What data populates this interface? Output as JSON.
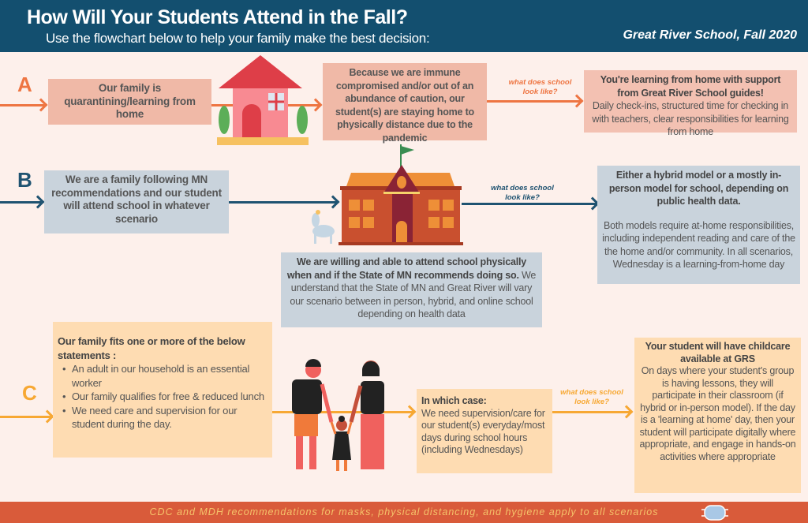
{
  "header": {
    "title": "How Will Your Students Attend in the Fall?",
    "subtitle": "Use the flowchart below to help your family make the best decision:",
    "school": "Great River School, Fall 2020"
  },
  "colors": {
    "header": "#134f6f",
    "row_a": "#ee7542",
    "row_b": "#1f5371",
    "row_c": "#f7a833",
    "footer": "#d95b3a"
  },
  "arrow_label": "what does school look like?",
  "row_a": {
    "letter": "A",
    "start": "Our family is quarantining/learning from home",
    "reason": "Because we are immune compromised and/or out of an abundance of caution, our student(s) are staying home to physically distance due to the pandemic",
    "result_title": "You're learning from home with support from Great River School guides!",
    "result_body": "Daily check-ins, structured time for checking in with teachers, clear responsibilities for learning from home",
    "illustration": "house-icon"
  },
  "row_b": {
    "letter": "B",
    "start": "We are a family following MN recommendations and our student will attend school in whatever scenario",
    "willing_bold": "We are willing and able to attend school physically when and if the State of MN recommends doing so.",
    "willing_body": " We understand that the State of MN and Great River will vary our scenario between in person, hybrid, and online school depending on health data",
    "result_title": "Either a hybrid model or a mostly in-person model for school, depending on public health data.",
    "result_body": "Both models require at-home responsibilities, including independent reading and care of the the home and/or community. In all scenarios, Wednesday is a learning-from-home day",
    "illustration": "school-building-icon"
  },
  "row_c": {
    "letter": "C",
    "start_title": "Our family fits one or more of the below statements :",
    "statements": [
      "An adult in our household is an essential worker",
      "Our family qualifies for free & reduced lunch",
      "We need care and supervision for our student during the day."
    ],
    "case_title": "In which case:",
    "case_body": "We need supervision/care for our student(s) everyday/most days during school hours (including Wednesdays)",
    "result_title": "Your student will have childcare available at GRS",
    "result_body": "On days where your student's group is having lessons, they will participate in their classroom (if hybrid or in-person model). If the day is a 'learning at home' day, then your student will participate digitally where appropriate, and engage in hands-on activities where appropriate",
    "illustration": "family-icon"
  },
  "footer": {
    "text": "CDC and MDH recommendations for masks, physical distancing, and hygiene apply to all scenarios",
    "icon": "mask-icon"
  }
}
